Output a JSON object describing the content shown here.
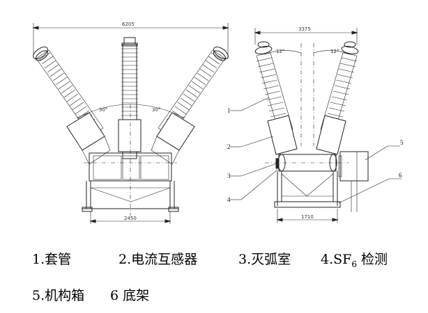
{
  "dimensions": {
    "left_overall_width": "6205",
    "left_base_width": "2450",
    "left_angle_a": "30°",
    "left_angle_b": "30°",
    "right_overall_width": "3375",
    "right_base_width": "1710",
    "right_angle_a": "12°",
    "right_angle_b": "12°"
  },
  "callouts": {
    "c1": "1",
    "c2": "2",
    "c3": "3",
    "c4": "4",
    "c5": "5",
    "c6": "6"
  },
  "legend": {
    "item1": "1.套管",
    "item2": "2.电流互感器",
    "item3": "3.灭弧室",
    "item4_prefix": "4.SF",
    "item4_sub": "6",
    "item4_suffix": " 检测",
    "item5": "5.机构箱",
    "item6": "6 底架"
  }
}
